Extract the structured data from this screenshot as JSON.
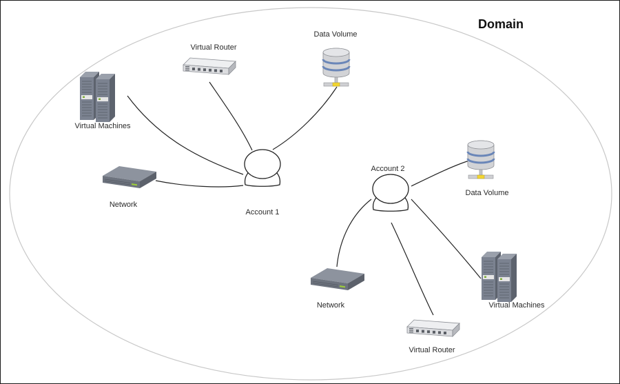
{
  "domain": {
    "title": "Domain",
    "boundary_color": "#c8c8c8"
  },
  "accounts": [
    {
      "id": "account1",
      "label": "Account 1"
    },
    {
      "id": "account2",
      "label": "Account 2"
    }
  ],
  "resources": [
    {
      "id": "a1-vm",
      "type": "virtual-machines",
      "label": "Virtual Machines",
      "account": "account1"
    },
    {
      "id": "a1-router",
      "type": "virtual-router",
      "label": "Virtual Router",
      "account": "account1"
    },
    {
      "id": "a1-volume",
      "type": "data-volume",
      "label": "Data Volume",
      "account": "account1"
    },
    {
      "id": "a1-network",
      "type": "network",
      "label": "Network",
      "account": "account1"
    },
    {
      "id": "a2-volume",
      "type": "data-volume",
      "label": "Data Volume",
      "account": "account2"
    },
    {
      "id": "a2-network",
      "type": "network",
      "label": "Network",
      "account": "account2"
    },
    {
      "id": "a2-router",
      "type": "virtual-router",
      "label": "Virtual Router",
      "account": "account2"
    },
    {
      "id": "a2-vm",
      "type": "virtual-machines",
      "label": "Virtual Machines",
      "account": "account2"
    }
  ],
  "edges": [
    {
      "from": "account1",
      "to": "a1-vm"
    },
    {
      "from": "account1",
      "to": "a1-router"
    },
    {
      "from": "account1",
      "to": "a1-volume"
    },
    {
      "from": "account1",
      "to": "a1-network"
    },
    {
      "from": "account2",
      "to": "a2-volume"
    },
    {
      "from": "account2",
      "to": "a2-network"
    },
    {
      "from": "account2",
      "to": "a2-router"
    },
    {
      "from": "account2",
      "to": "a2-vm"
    }
  ],
  "colors": {
    "server_body": "#7b8290",
    "server_side": "#5d636e",
    "router_body": "#e4e5e8",
    "volume_band": "#6a86b8",
    "volume_connector": "#f2d531",
    "network_led": "#9ccc3a",
    "edge": "#222222"
  }
}
